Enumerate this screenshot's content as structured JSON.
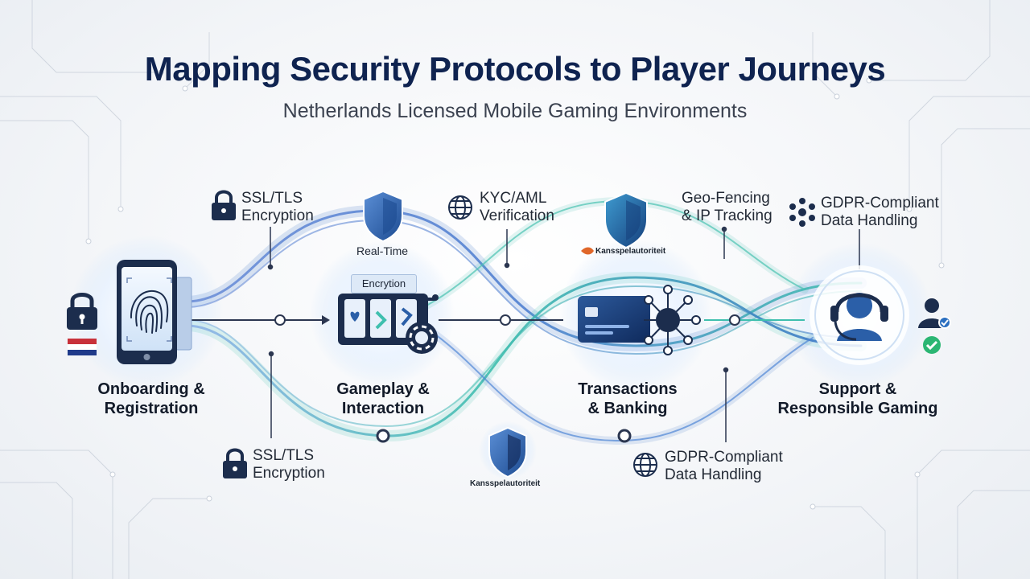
{
  "header": {
    "title": "Mapping Security Protocols to Player Journeys",
    "subtitle": "Netherlands Licensed Mobile Gaming Environments"
  },
  "stages": [
    {
      "id": "onboarding",
      "label_line1": "Onboarding &",
      "label_line2": "Registration"
    },
    {
      "id": "gameplay",
      "label_line1": "Gameplay &",
      "label_line2": "Interaction"
    },
    {
      "id": "transactions",
      "label_line1": "Transactions",
      "label_line2": "& Banking"
    },
    {
      "id": "support",
      "label_line1": "Support &",
      "label_line2": "Responsible Gaming"
    }
  ],
  "protocols": {
    "ssl_top": {
      "line1": "SSL/TLS",
      "line2": "Encryption"
    },
    "kyc": {
      "line1": "KYC/AML",
      "line2": "Verification"
    },
    "geo": {
      "line1": "Geo-Fencing",
      "line2": "& IP Tracking"
    },
    "gdpr_top": {
      "line1": "GDPR-Compliant",
      "line2": "Data Handling"
    },
    "ssl_bottom": {
      "line1": "SSL/TLS",
      "line2": "Encryption"
    },
    "gdpr_bottom": {
      "line1": "GDPR-Compliant",
      "line2": "Data Handling"
    }
  },
  "annotations": {
    "realtime": "Real-Time",
    "encryption_chip": "Encrytion",
    "regulator_top": "Kansspelautoriteit",
    "regulator_bottom": "Kansspelautoriteit"
  },
  "colors": {
    "navy": "#0f2350",
    "blue_stream": "#3f73c9",
    "teal_stream": "#3fbfae",
    "shield_blue": "#2b5fa8",
    "check_green": "#2bb673",
    "flag_red": "#c8313a",
    "flag_blue": "#1f3a8a"
  },
  "icons": [
    "lock-icon",
    "fingerprint-icon",
    "phone-icon",
    "shield-icon",
    "globe-icon",
    "slot-machine-icon",
    "chip-icon",
    "credit-card-icon",
    "network-hub-icon",
    "headset-agent-icon",
    "user-check-icon",
    "check-icon",
    "nodes-icon",
    "dutch-flag-icon"
  ]
}
